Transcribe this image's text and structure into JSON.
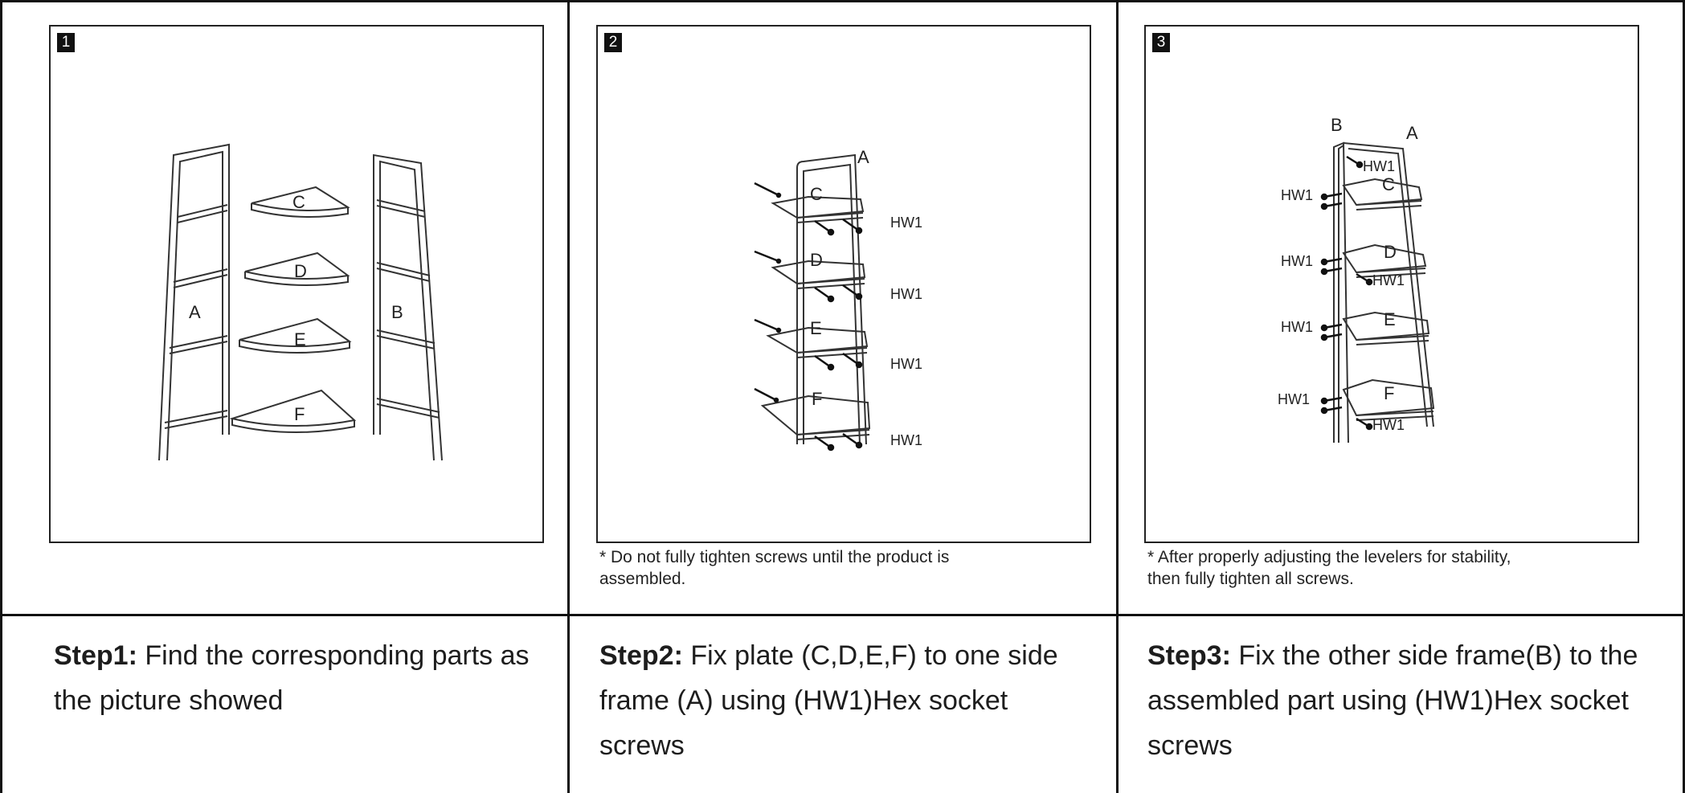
{
  "steps": [
    {
      "badge": "1",
      "step_label": "Step1:",
      "step_text": " Find the corresponding parts as the picture showed",
      "parts": {
        "a": "A",
        "b": "B",
        "c": "C",
        "d": "D",
        "e": "E",
        "f": "F"
      },
      "note": ""
    },
    {
      "badge": "2",
      "step_label": "Step2:",
      "step_text": " Fix plate (C,D,E,F) to one side frame (A) using (HW1)Hex socket screws",
      "parts": {
        "a": "A",
        "c": "C",
        "d": "D",
        "e": "E",
        "f": "F",
        "hw": "HW1"
      },
      "note": "* Do not fully tighten screws until the product is\nassembled."
    },
    {
      "badge": "3",
      "step_label": "Step3:",
      "step_text": " Fix the other side frame(B) to the assembled part using (HW1)Hex socket screws",
      "parts": {
        "a": "A",
        "b": "B",
        "c": "C",
        "d": "D",
        "e": "E",
        "f": "F",
        "hw": "HW1"
      },
      "note": "* After properly adjusting the levelers for stability,\nthen fully tighten all screws."
    }
  ]
}
